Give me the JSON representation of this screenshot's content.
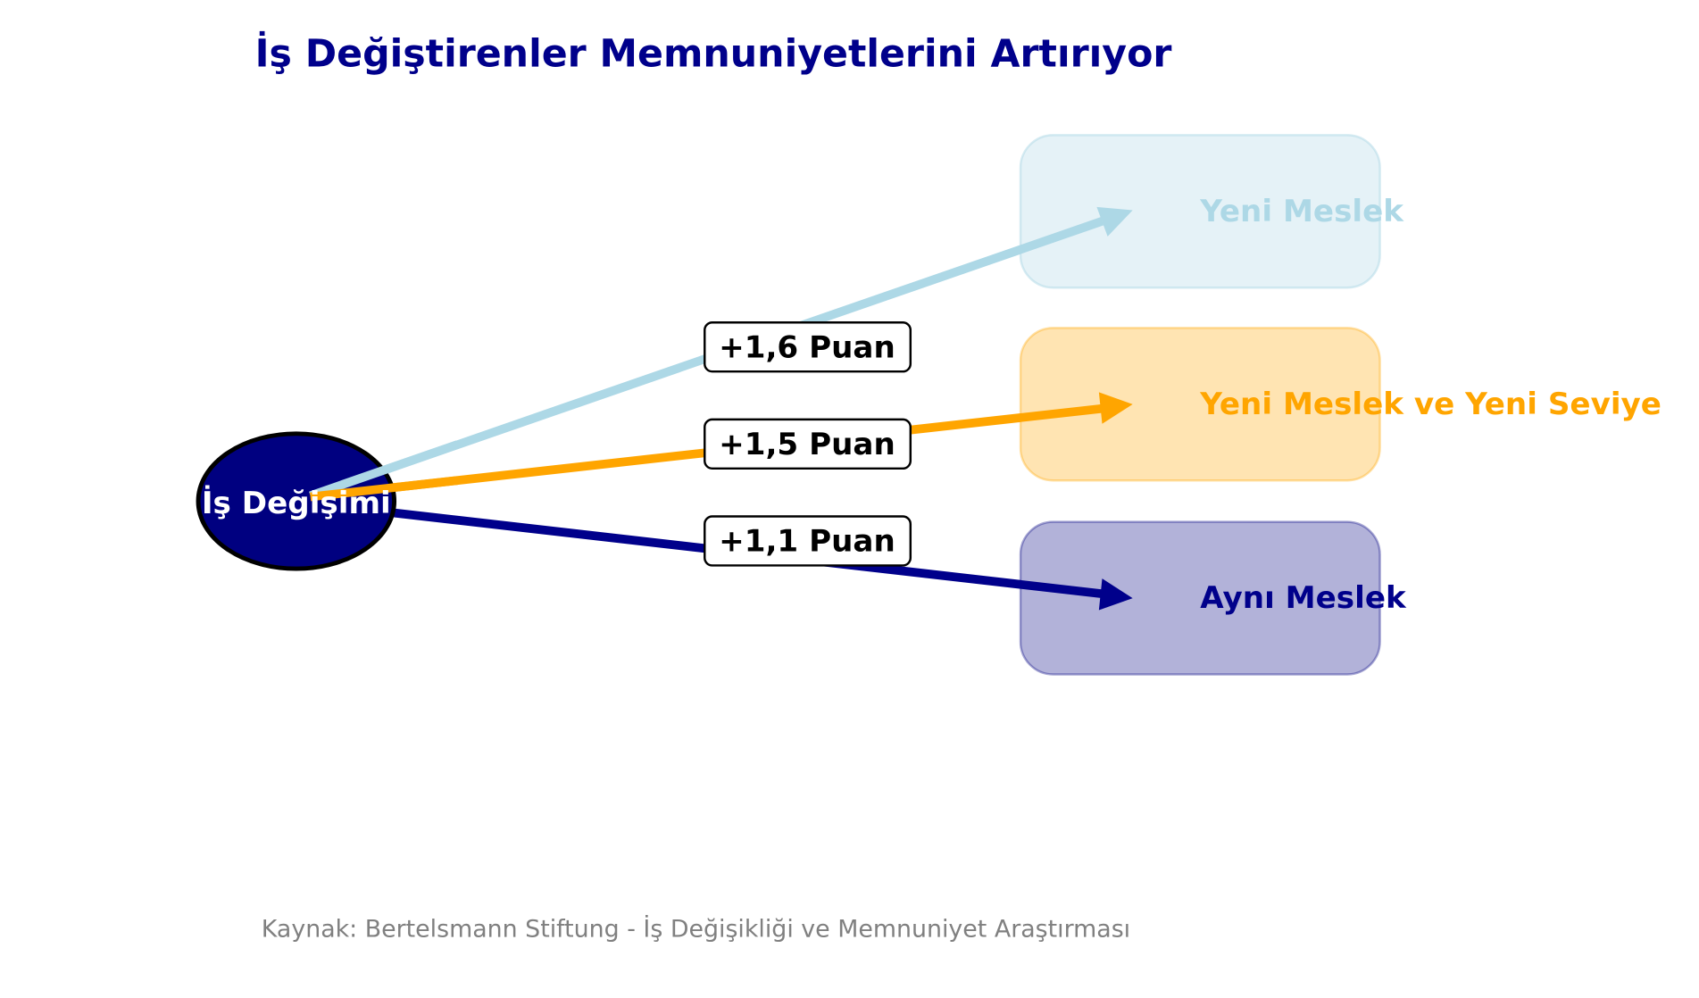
{
  "title": "İş Değiştirenler Memnuniyetlerini Artırıyor",
  "center_node": {
    "label": "İş Değişimi",
    "color": "#000080"
  },
  "outcomes": [
    {
      "label": "Yeni Meslek",
      "gain_label": "+1,6 Puan",
      "gain": 1.6,
      "color": "#ADD8E6"
    },
    {
      "label": "Yeni Meslek ve Yeni Seviye",
      "gain_label": "+1,5 Puan",
      "gain": 1.5,
      "color": "#FFA500"
    },
    {
      "label": "Aynı Meslek",
      "gain_label": "+1,1 Puan",
      "gain": 1.1,
      "color": "#00008B"
    }
  ],
  "source": "Kaynak: Bertelsmann Stiftung - İş Değişikliği ve Memnuniyet Araştırması",
  "title_color": "#00008B"
}
